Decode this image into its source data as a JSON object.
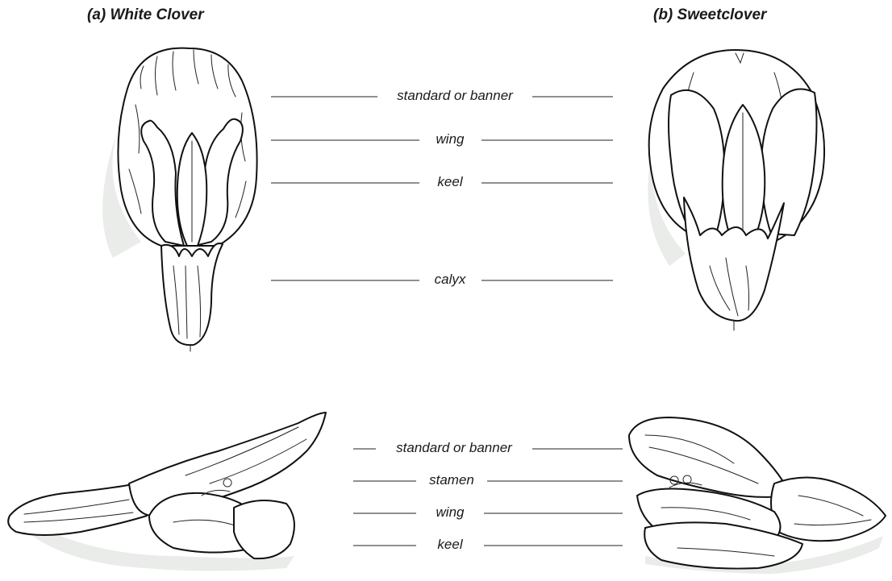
{
  "titles": {
    "white_clover": "(a) White Clover",
    "sweetclover": "(b) Sweetclover"
  },
  "front_view_labels": [
    "standard or banner",
    "wing",
    "keel",
    "calyx"
  ],
  "side_view_labels": [
    "standard or banner",
    "stamen",
    "wing",
    "keel"
  ]
}
